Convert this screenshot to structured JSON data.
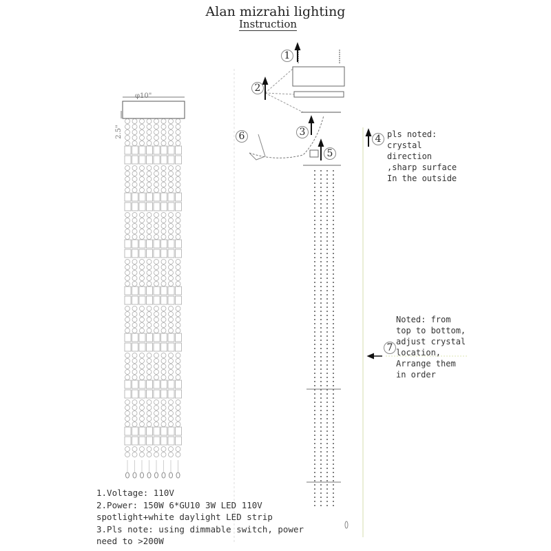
{
  "header": {
    "title": "Alan mizrahi lighting",
    "subtitle": "Instruction"
  },
  "dimensions": {
    "diameter": "φ10\"",
    "height": "2.5\""
  },
  "steps": [
    {
      "label": "1"
    },
    {
      "label": "2"
    },
    {
      "label": "3"
    },
    {
      "label": "4"
    },
    {
      "label": "5"
    },
    {
      "label": "6"
    },
    {
      "label": "7"
    }
  ],
  "notes": {
    "crystal": [
      "pls noted:",
      "crystal",
      "direction",
      ",sharp surface",
      "In the outside"
    ],
    "order": [
      "Noted: from",
      "top to bottom,",
      "adjust crystal",
      "location,",
      "Arrange them",
      "in order"
    ]
  },
  "specs": [
    "1.Voltage: 110V",
    "2.Power: 150W  6*GU10 3W LED 110V",
    "spotlight+white daylight LED strip",
    "3.Pls note: using dimmable switch, power",
    "need to >200W"
  ]
}
